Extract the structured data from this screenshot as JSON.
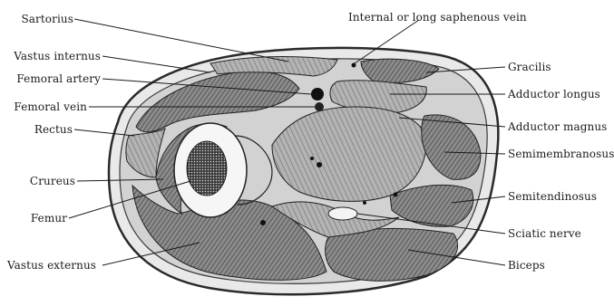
{
  "labels": {
    "sartorius": "Sartorius",
    "saphenous": "Internal or long saphenous vein",
    "vastus_internus": "Vastus internus",
    "femoral_artery": "Femoral artery",
    "femoral_vein": "Femoral vein",
    "rectus": "Rectus",
    "crureus": "Crureus",
    "femur": "Femur",
    "vastus_externus": "Vastus externus",
    "gracilis": "Gracilis",
    "adductor_longus": "Adductor longus",
    "adductor_magnus": "Adductor magnus",
    "semimembranosus": "Semimembranosus",
    "semitendinosus": "Semitendinosus",
    "sciatic_nerve": "Sciatic nerve",
    "biceps": "Biceps"
  }
}
